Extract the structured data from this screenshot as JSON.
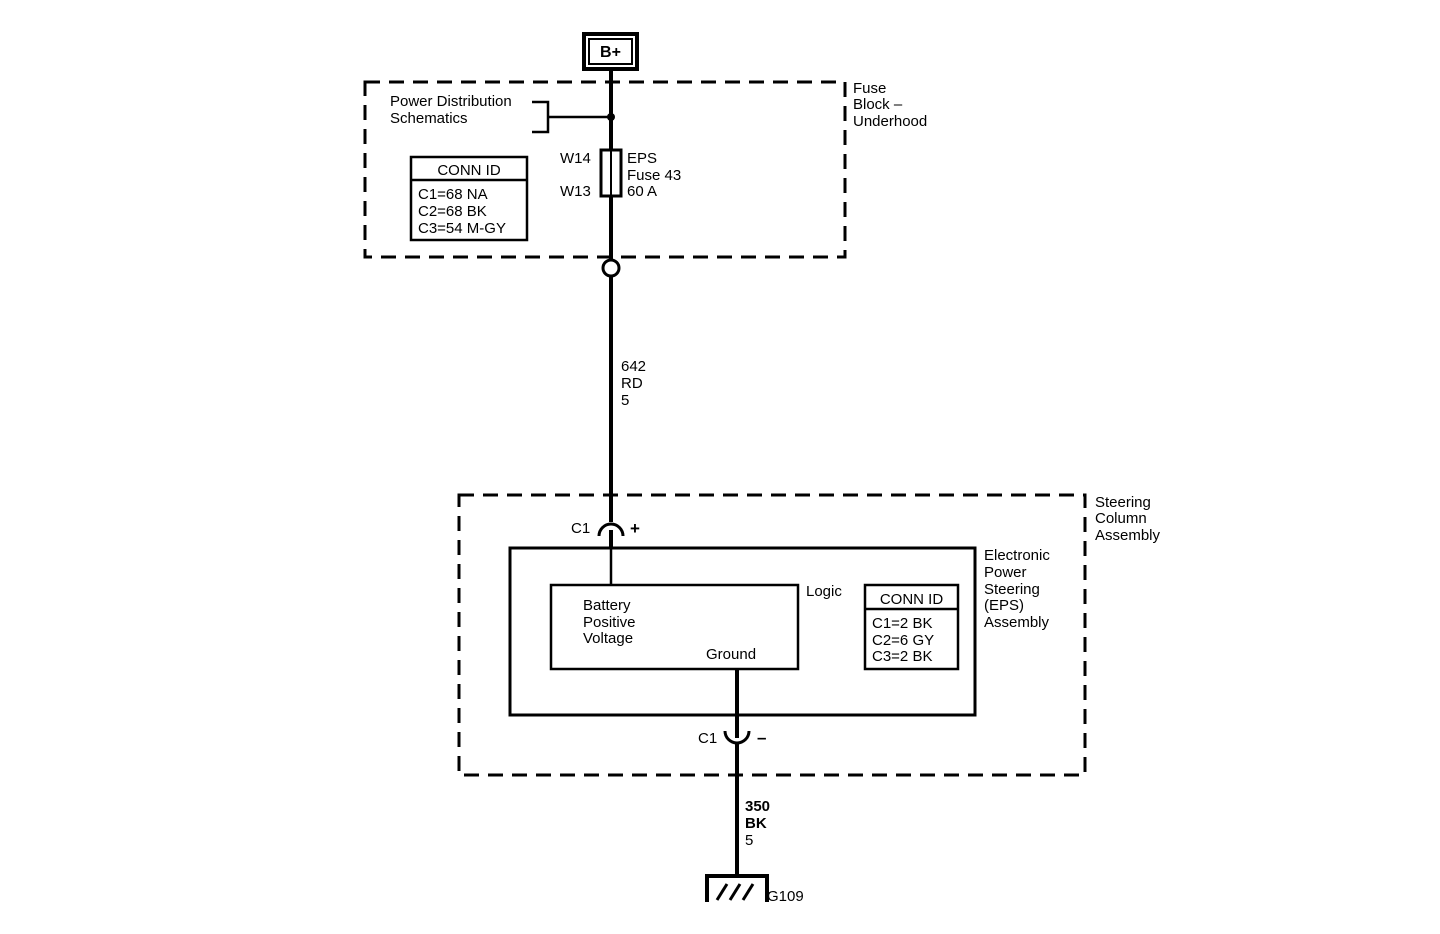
{
  "battery": {
    "label": "B+"
  },
  "fuse_block": {
    "name_lines": [
      "Fuse",
      "Block –",
      "Underhood"
    ],
    "power_dist_lines": [
      "Power Distribution",
      "Schematics"
    ],
    "conn_id": {
      "header": "CONN ID",
      "rows": [
        "C1=68 NA",
        "C2=68 BK",
        "C3=54 M-GY"
      ]
    },
    "fuse": {
      "pin_top": "W14",
      "pin_bottom": "W13",
      "label_lines": [
        "EPS",
        "Fuse 43",
        "60 A"
      ]
    }
  },
  "wire_feed": {
    "lines": [
      "642",
      "RD",
      "5"
    ]
  },
  "steering_column": {
    "name_lines": [
      "Steering",
      "Column",
      "Assembly"
    ],
    "connector_top": {
      "label": "C1",
      "polarity": "+"
    },
    "connector_bottom": {
      "label": "C1",
      "polarity": "–"
    },
    "eps": {
      "name_lines": [
        "Electronic",
        "Power",
        "Steering",
        "(EPS)",
        "Assembly"
      ],
      "logic_label": "Logic",
      "logic_inputs": [
        "Battery",
        "Positive",
        "Voltage"
      ],
      "ground_label": "Ground",
      "conn_id": {
        "header": "CONN ID",
        "rows": [
          "C1=2 BK",
          "C2=6 GY",
          "C3=2 BK"
        ]
      }
    }
  },
  "wire_ground": {
    "lines": [
      "350",
      "BK",
      "5"
    ]
  },
  "ground": {
    "label": "G109"
  }
}
